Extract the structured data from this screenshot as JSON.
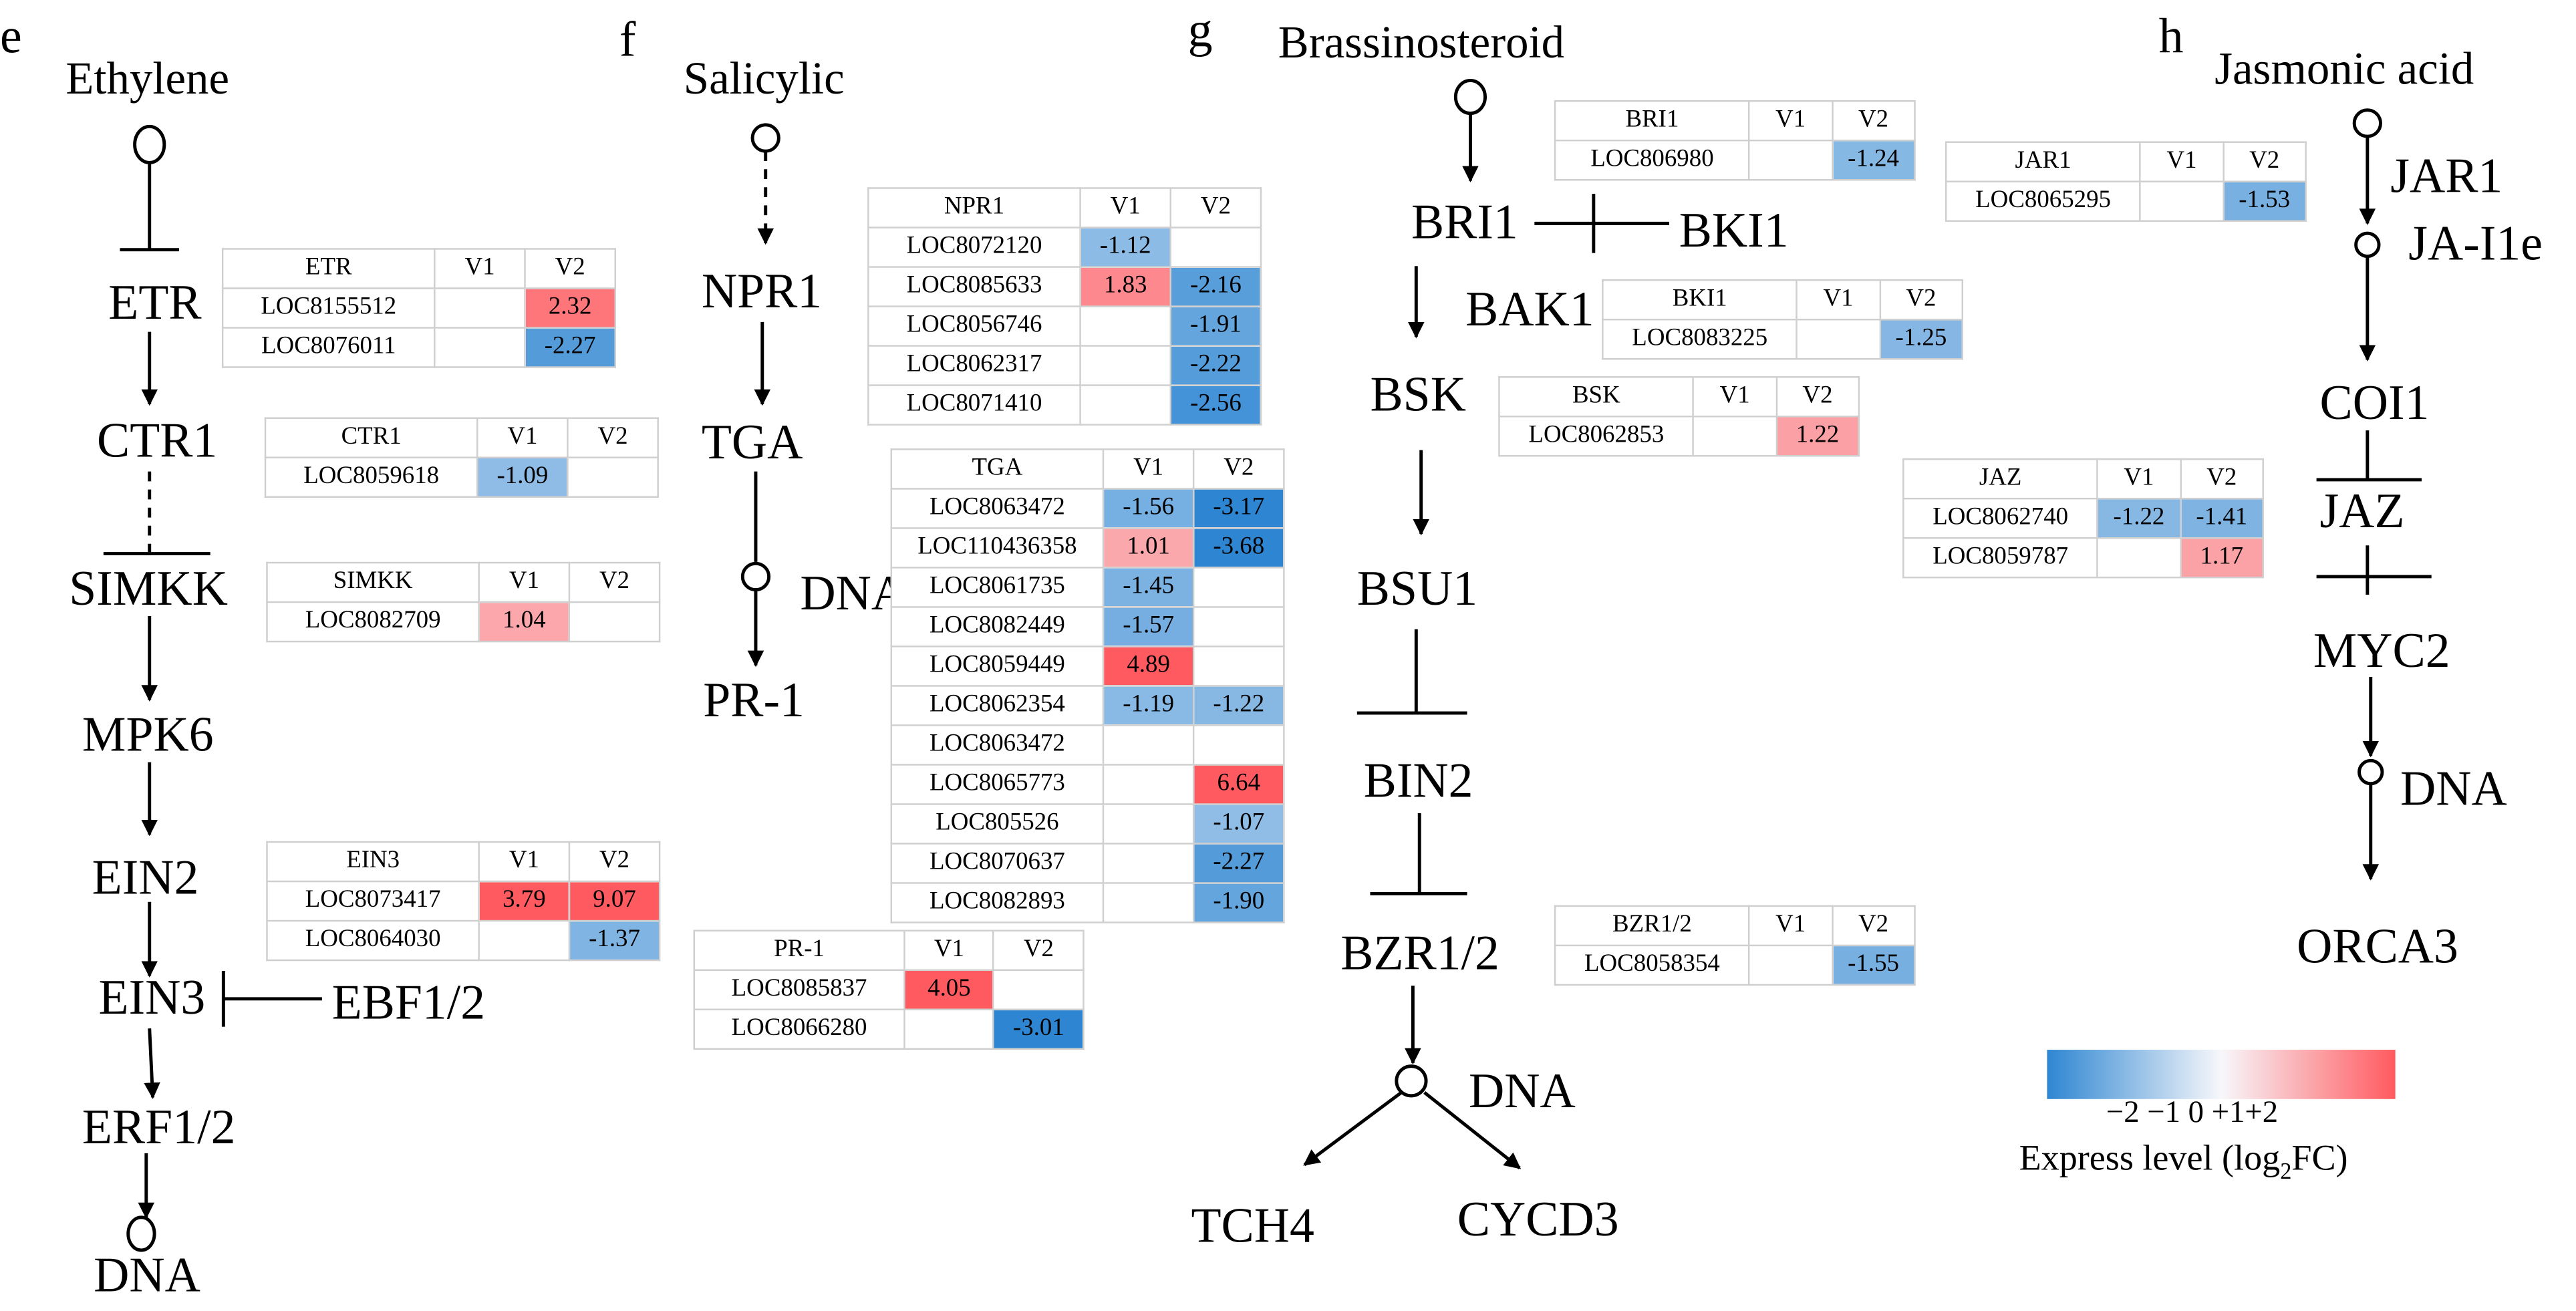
{
  "colors": {
    "blue": "#2e86d2",
    "white": "#f7f7fb",
    "red": "#ff5a5f"
  },
  "panels": {
    "e": {
      "letter": "e",
      "title": "Ethylene",
      "nodes": {
        "etr": "ETR",
        "ctr1": "CTR1",
        "simkk": "SIMKK",
        "mpk6": "MPK6",
        "ein2": "EIN2",
        "ein3": "EIN3",
        "ebf12": "EBF1/2",
        "erf12": "ERF1/2",
        "dna": "DNA"
      },
      "tables": [
        {
          "id": "e_etr",
          "header": [
            "ETR",
            "V1",
            "V2"
          ],
          "rows": [
            [
              "LOC8155512",
              "",
              "2.32"
            ],
            [
              "LOC8076011",
              "",
              "-2.27"
            ]
          ]
        },
        {
          "id": "e_ctr1",
          "header": [
            "CTR1",
            "V1",
            "V2"
          ],
          "rows": [
            [
              "LOC8059618",
              "-1.09",
              ""
            ]
          ]
        },
        {
          "id": "e_simkk",
          "header": [
            "SIMKK",
            "V1",
            "V2"
          ],
          "rows": [
            [
              "LOC8082709",
              "1.04",
              ""
            ]
          ]
        },
        {
          "id": "e_ein3",
          "header": [
            "EIN3",
            "V1",
            "V2"
          ],
          "rows": [
            [
              "LOC8073417",
              "3.79",
              "9.07"
            ],
            [
              "LOC8064030",
              "",
              "-1.37"
            ]
          ]
        }
      ]
    },
    "f": {
      "letter": "f",
      "title": "Salicylic",
      "nodes": {
        "npr1": "NPR1",
        "tga": "TGA",
        "dna": "DNA",
        "pr1": "PR-1"
      },
      "tables": [
        {
          "id": "f_npr1",
          "header": [
            "NPR1",
            "V1",
            "V2"
          ],
          "rows": [
            [
              "LOC8072120",
              "-1.12",
              ""
            ],
            [
              "LOC8085633",
              "1.83",
              "-2.16"
            ],
            [
              "LOC8056746",
              "",
              "-1.91"
            ],
            [
              "LOC8062317",
              "",
              "-2.22"
            ],
            [
              "LOC8071410",
              "",
              "-2.56"
            ]
          ]
        },
        {
          "id": "f_tga",
          "header": [
            "TGA",
            "V1",
            "V2"
          ],
          "rows": [
            [
              "LOC8063472",
              "-1.56",
              "-3.17"
            ],
            [
              "LOC110436358",
              "1.01",
              "-3.68"
            ],
            [
              "LOC8061735",
              "-1.45",
              ""
            ],
            [
              "LOC8082449",
              "-1.57",
              ""
            ],
            [
              "LOC8059449",
              "4.89",
              ""
            ],
            [
              "LOC8062354",
              "-1.19",
              "-1.22"
            ],
            [
              "LOC8063472",
              "",
              ""
            ],
            [
              "LOC8065773",
              "",
              "6.64"
            ],
            [
              "LOC805526",
              "",
              "-1.07"
            ],
            [
              "LOC8070637",
              "",
              "-2.27"
            ],
            [
              "LOC8082893",
              "",
              "-1.90"
            ]
          ]
        },
        {
          "id": "f_pr1",
          "header": [
            "PR-1",
            "V1",
            "V2"
          ],
          "rows": [
            [
              "LOC8085837",
              "4.05",
              ""
            ],
            [
              "LOC8066280",
              "",
              "-3.01"
            ]
          ]
        }
      ]
    },
    "g": {
      "letter": "g",
      "title": "Brassinosteroid",
      "nodes": {
        "bri1": "BRI1",
        "bki1": "BKI1",
        "bak1": "BAK1",
        "bsk": "BSK",
        "bsu1": "BSU1",
        "bin2": "BIN2",
        "bzr12": "BZR1/2",
        "dna": "DNA",
        "tch4": "TCH4",
        "cycd3": "CYCD3"
      },
      "tables": [
        {
          "id": "g_bri1",
          "header": [
            "BRI1",
            "V1",
            "V2"
          ],
          "rows": [
            [
              "LOC806980",
              "",
              "-1.24"
            ]
          ]
        },
        {
          "id": "g_bki1",
          "header": [
            "BKI1",
            "V1",
            "V2"
          ],
          "rows": [
            [
              "LOC8083225",
              "",
              "-1.25"
            ]
          ]
        },
        {
          "id": "g_bsk",
          "header": [
            "BSK",
            "V1",
            "V2"
          ],
          "rows": [
            [
              "LOC8062853",
              "",
              "1.22"
            ]
          ]
        },
        {
          "id": "g_bzr",
          "header": [
            "BZR1/2",
            "V1",
            "V2"
          ],
          "rows": [
            [
              "LOC8058354",
              "",
              "-1.55"
            ]
          ]
        }
      ]
    },
    "h": {
      "letter": "h",
      "title": "Jasmonic acid",
      "nodes": {
        "jar1": "JAR1",
        "jaile": "JA-I1e",
        "coi1": "COI1",
        "jaz": "JAZ",
        "myc2": "MYC2",
        "dna": "DNA",
        "orca3": "ORCA3"
      },
      "tables": [
        {
          "id": "h_jar1",
          "header": [
            "JAR1",
            "V1",
            "V2"
          ],
          "rows": [
            [
              "LOC8065295",
              "",
              "-1.53"
            ]
          ]
        },
        {
          "id": "h_jaz",
          "header": [
            "JAZ",
            "V1",
            "V2"
          ],
          "rows": [
            [
              "LOC8062740",
              "-1.22",
              "-1.41"
            ],
            [
              "LOC8059787",
              "",
              "1.17"
            ]
          ]
        }
      ]
    }
  },
  "legend": {
    "ticks": "−2 −1  0 +1+2",
    "label_prefix": "Express level (log",
    "label_sub": "2",
    "label_suffix": "FC)",
    "min": -3,
    "max": 3
  }
}
